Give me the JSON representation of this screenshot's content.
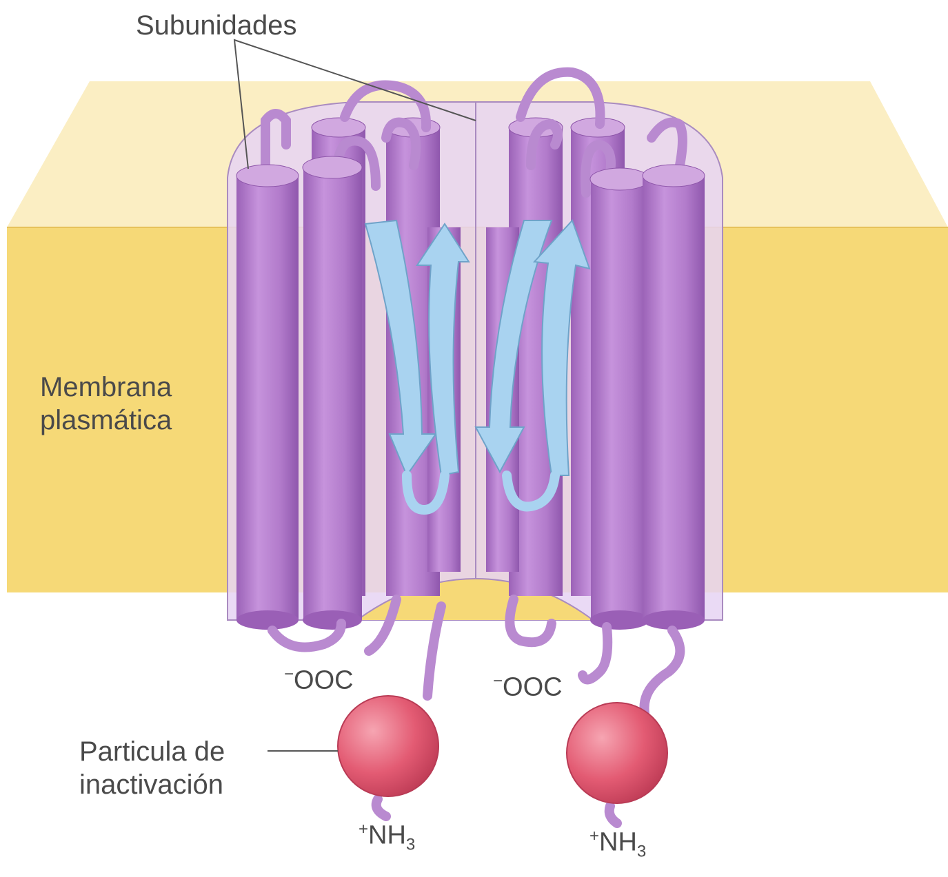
{
  "labels": {
    "subunits": "Subunidades",
    "membrane_line1": "Membrana",
    "membrane_line2": "plasmática",
    "particle_line1": "Particula de",
    "particle_line2": "inactivación",
    "cooh_charge": "−",
    "cooh_text": "OOC",
    "nh3_charge": "+",
    "nh3_text": "NH",
    "nh3_sub": "3"
  },
  "colors": {
    "membrane": "#f6d977",
    "membrane_top": "#fbeec3",
    "helix": "#b57dcc",
    "helix_dark": "#9a5fb6",
    "helix_light": "#d1a8e0",
    "sheet": "#a9d3f0",
    "particle": "#e35b73",
    "channel_box": "#e4d2f2"
  }
}
